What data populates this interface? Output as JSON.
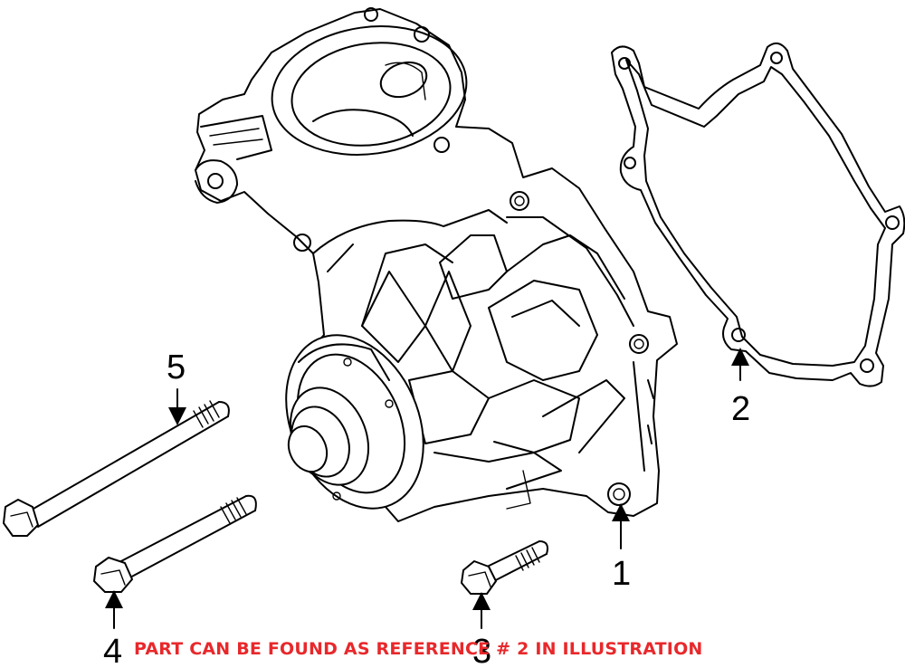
{
  "callouts": [
    {
      "id": "1",
      "label": "1"
    },
    {
      "id": "2",
      "label": "2"
    },
    {
      "id": "3",
      "label": "3"
    },
    {
      "id": "4",
      "label": "4"
    },
    {
      "id": "5",
      "label": "5"
    }
  ],
  "notice": {
    "text": "PART CAN BE FOUND AS REFERENCE # 2 IN ILLUSTRATION",
    "color": "#e8282b"
  },
  "colors": {
    "line": "#000000",
    "background": "#ffffff"
  }
}
